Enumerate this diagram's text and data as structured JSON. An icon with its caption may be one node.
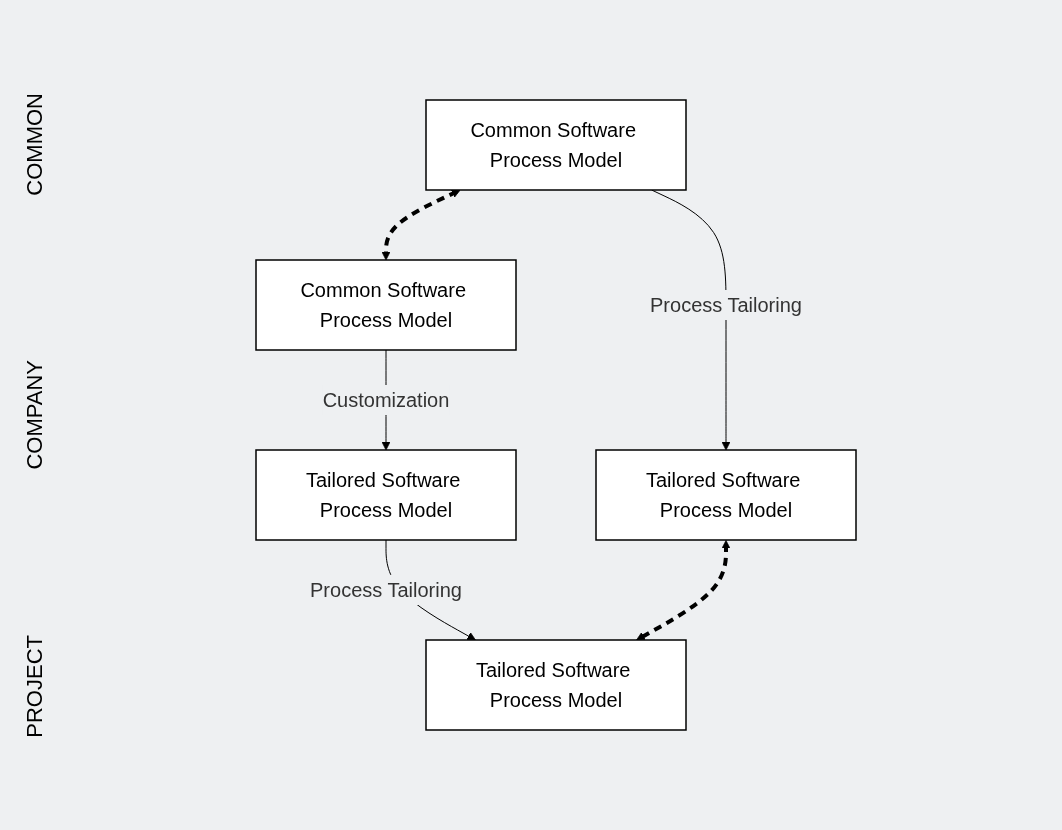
{
  "diagram": {
    "nodes": [
      {
        "text": [
          "Common Software Process Model"
        ]
      },
      {
        "text": [
          "Common Software Process Model"
        ]
      },
      {
        "text": [
          "Tailored Software Process Model"
        ]
      },
      {
        "text": [
          "Tailored Software Process Model"
        ]
      },
      {
        "text": [
          "Tailored Software Process Model"
        ]
      }
    ],
    "edges": [
      {
        "from": 0,
        "to": 1,
        "arrow": "both",
        "style": "dashed"
      },
      {
        "from": 1,
        "to": 2,
        "arrow": "to",
        "label": "Customization"
      },
      {
        "from": 0,
        "to": 3,
        "arrow": "to",
        "label": "Process Tailoring"
      },
      {
        "from": 2,
        "to": 4,
        "arrow": "to",
        "label": "Process Tailoring"
      },
      {
        "from": 3,
        "to": 4,
        "arrow": "both",
        "style": "dashed"
      }
    ],
    "labels": [
      "COMMON",
      "COMPANY",
      "PROJECT"
    ]
  }
}
